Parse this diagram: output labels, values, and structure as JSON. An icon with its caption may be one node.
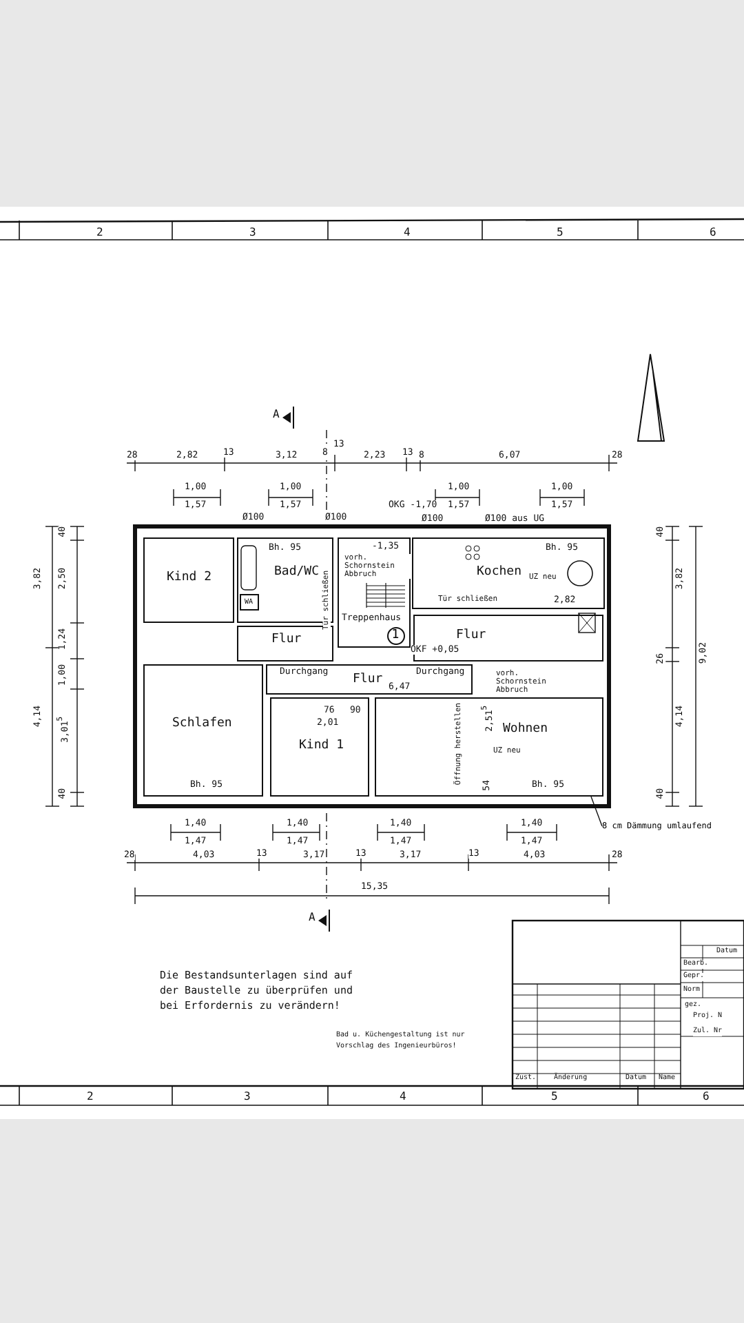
{
  "diagram": {
    "nodes": [
      {
        "text": [
          "Kind 2"
        ]
      },
      {
        "text": [
          "Bad/WC"
        ]
      },
      {
        "text": [
          "WA"
        ],
        "in": 1
      },
      {
        "text": [
          "Treppenhaus"
        ]
      },
      {
        "text": [
          "1"
        ],
        "in": 3
      },
      {
        "text": [
          "Kochen"
        ]
      },
      {
        "text": [
          "Flur"
        ]
      },
      {
        "text": [
          "Flur"
        ]
      },
      {
        "text": [
          "Flur"
        ]
      },
      {
        "text": [
          "Schlafen"
        ]
      },
      {
        "text": [
          "Kind 1"
        ]
      },
      {
        "text": [
          "Wohnen"
        ]
      },
      {
        "text": [
          "8 cm Dämmung umlaufend"
        ]
      }
    ],
    "edges": [
      {
        "from": 12,
        "to": 11,
        "arrow": "none"
      }
    ],
    "labels": [
      "2",
      "3",
      "4",
      "5",
      "6",
      "A",
      "28",
      "2,82",
      "13",
      "3,12",
      "8",
      "13",
      "2,23",
      "13",
      "8",
      "6,07",
      "28",
      "1,00",
      "1,57",
      "1,00",
      "1,57",
      "OKG -1,70",
      "1,00",
      "1,57",
      "1,00",
      "1,57",
      "Ø100",
      "Ø100",
      "Ø100",
      "Ø100 aus UG",
      "Bh. 95",
      "-1,35",
      "Bh. 95",
      "vorh. Schornstein Abbruch",
      "UZ neu",
      "Tür schließen",
      "2,82",
      "Tür schließen",
      "OKF +0,05",
      "Durchgang",
      "Durchgang",
      "vorh. Schornstein Abbruch",
      "6,47",
      "76",
      "90",
      "2,01",
      "Öffnung herstellen",
      "2,51$^{5}$",
      "UZ neu",
      "Bh. 95",
      "54",
      "Bh. 95",
      "3,82",
      "4,14",
      "40",
      "2,50",
      "1,24",
      "1,00",
      "3,01$^{5}$",
      "40",
      "3,82",
      "4,14",
      "9,02",
      "40",
      "26",
      "40",
      "1,40",
      "1,47",
      "1,40",
      "1,47",
      "1,40",
      "1,47",
      "1,40",
      "1,47",
      "28",
      "4,03",
      "13",
      "3,17",
      "13",
      "3,17",
      "13",
      "4,03",
      "28",
      "15,35",
      "A",
      "Die Bestandsunterlagen sind auf der Baustelle zu überprüfen und bei Erfordernis zu verändern!",
      "Bad u. Küchengestaltung ist nur Vorschlag des Ingenieurbüros!",
      "Datum",
      "Bearb.",
      "Gepr.",
      "Norm",
      "gez.",
      "Proj. N",
      "Zul. Nr",
      "Zust.",
      "Änderung",
      "Datum",
      "Name",
      "2",
      "3",
      "4",
      "5",
      "6"
    ]
  }
}
